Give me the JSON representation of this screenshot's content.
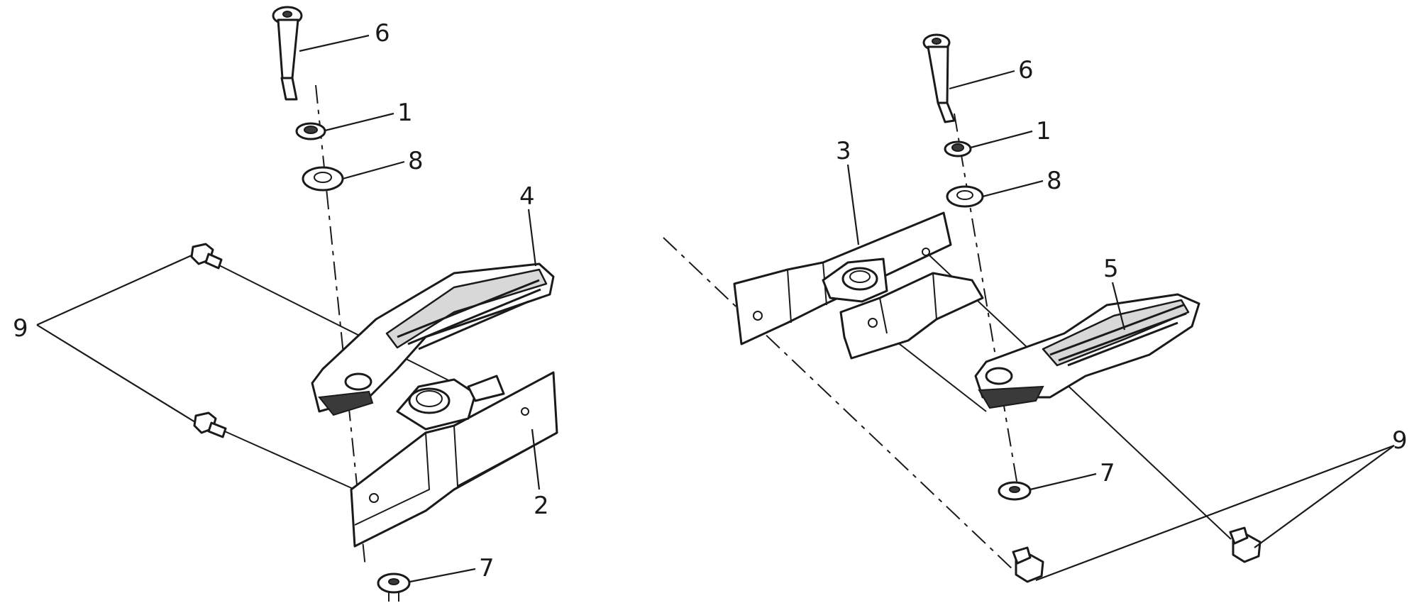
{
  "diagram": {
    "left_assembly": {
      "callouts": {
        "pin": "6",
        "clip": "1",
        "washer": "8",
        "footrest": "4",
        "bolts": "9",
        "bracket": "2",
        "nut": "7"
      }
    },
    "right_assembly": {
      "callouts": {
        "pin": "6",
        "clip": "1",
        "washer": "8",
        "bracket": "3",
        "footrest": "5",
        "nut": "7",
        "bolts": "9"
      }
    }
  }
}
